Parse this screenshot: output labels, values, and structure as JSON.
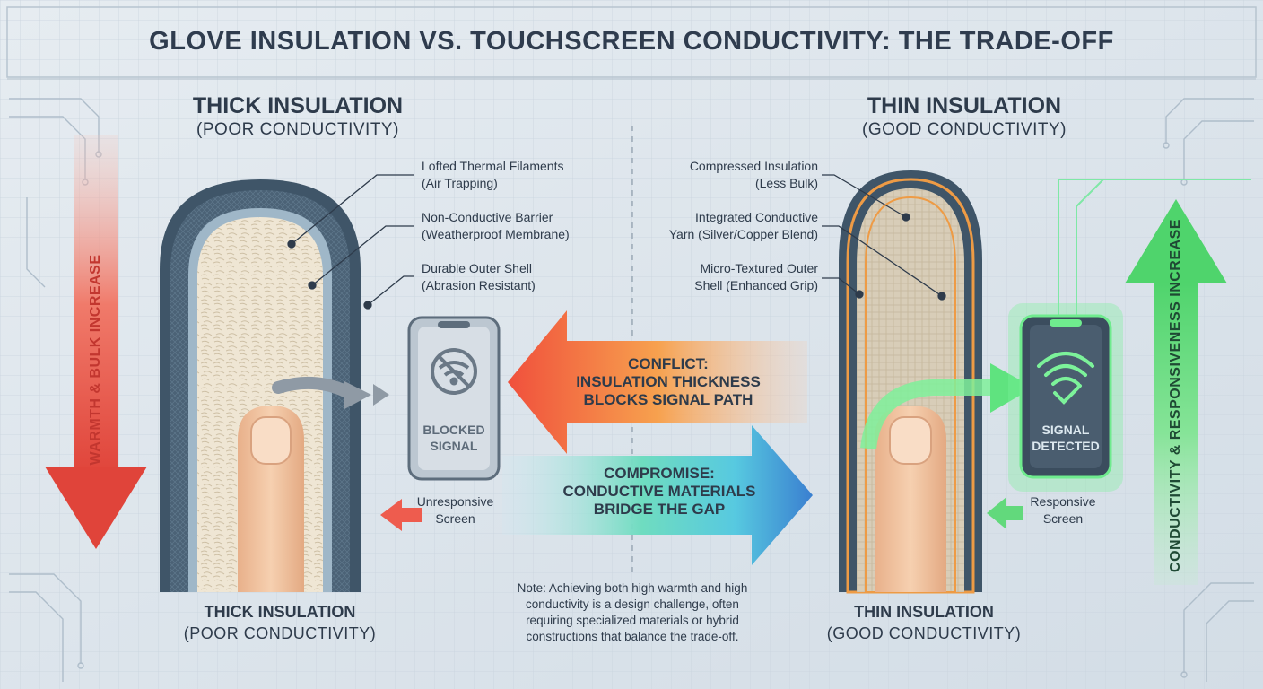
{
  "title": "GLOVE INSULATION VS. TOUCHSCREEN CONDUCTIVITY: THE TRADE-OFF",
  "left": {
    "heading": "THICK INSULATION",
    "subheading": "(POOR CONDUCTIVITY)",
    "footer_heading": "THICK INSULATION",
    "footer_subheading": "(POOR CONDUCTIVITY)",
    "side_label": "WARMTH & BULK INCREASE",
    "annotations": [
      {
        "line1": "Lofted Thermal Filaments",
        "line2": "(Air Trapping)"
      },
      {
        "line1": "Non-Conductive Barrier",
        "line2": "(Weatherproof Membrane)"
      },
      {
        "line1": "Durable Outer Shell",
        "line2": "(Abrasion Resistant)"
      }
    ],
    "phone": {
      "line1": "BLOCKED",
      "line2": "SIGNAL"
    },
    "screen": {
      "line1": "Unresponsive",
      "line2": "Screen"
    }
  },
  "right": {
    "heading": "THIN INSULATION",
    "subheading": "(GOOD CONDUCTIVITY)",
    "footer_heading": "THIN INSULATION",
    "footer_subheading": "(GOOD CONDUCTIVITY)",
    "side_label": "CONDUCTIVITY & RESPONSIVENESS INCREASE",
    "annotations": [
      {
        "line1": "Compressed Insulation",
        "line2": "(Less Bulk)"
      },
      {
        "line1": "Integrated Conductive",
        "line2": "Yarn (Silver/Copper Blend)"
      },
      {
        "line1": "Micro-Textured Outer",
        "line2": "Shell (Enhanced Grip)"
      }
    ],
    "phone": {
      "line1": "SIGNAL",
      "line2": "DETECTED"
    },
    "screen": {
      "line1": "Responsive",
      "line2": "Screen"
    }
  },
  "conflict": {
    "line1": "CONFLICT:",
    "line2": "INSULATION THICKNESS",
    "line3": "BLOCKS SIGNAL PATH"
  },
  "compromise": {
    "line1": "COMPROMISE:",
    "line2": "CONDUCTIVE MATERIALS",
    "line3": "BRIDGE THE GAP"
  },
  "note": {
    "line1": "Note: Achieving both high warmth and high",
    "line2": "conductivity is a design challenge, often",
    "line3": "requiring specialized materials or hybrid",
    "line4": "constructions that balance the trade-off."
  },
  "colors": {
    "background": "#dde5ec",
    "text": "#2e3b4b",
    "warm_red": "#e0483e",
    "warm_orange": "#f39a4a",
    "cool_green": "#5fdc7a",
    "cool_blue": "#3f8fd0",
    "shell": "#3f5568",
    "skin": "#f1c7a3"
  },
  "icons": [
    "blocked-wifi-icon",
    "wifi-check-icon"
  ]
}
